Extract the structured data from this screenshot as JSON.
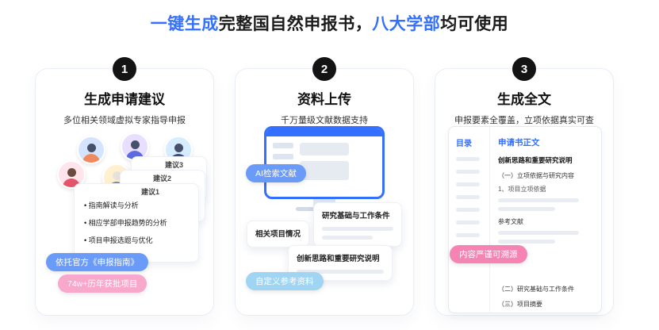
{
  "header": {
    "title_part1": "一键生成",
    "title_part2": "完整国自然申报书，",
    "title_part3": "八大学部",
    "title_part4": "均可使用"
  },
  "colors": {
    "accent_blue": "#3370FF",
    "step_badge": "#141414",
    "pill_blue": "#6B9BF8",
    "pill_pink": "#F7A8CB",
    "pill_light_blue": "#9FD4F3",
    "pill_deep_pink": "#F584B5"
  },
  "steps": [
    {
      "number": "1",
      "title": "生成申请建议",
      "subtitle": "多位相关领域虚拟专家指导申报",
      "suggestions": {
        "card3_label": "建议3",
        "card2_label": "建议2",
        "card1_label": "建议1",
        "bullets": [
          "指南解读与分析",
          "相应学部申报趋势的分析",
          "项目申报选题与优化"
        ]
      },
      "badge_blue": "依托官方《申报指南》",
      "badge_pink": "74w+历年获批项目"
    },
    {
      "number": "2",
      "title": "资料上传",
      "subtitle": "千万量级文献数据支持",
      "pill_ai": "AI检索文献",
      "pill_custom": "自定义参考资料",
      "cards": [
        "研究基础与工作条件",
        "相关项目情况",
        "创新思路和重要研究说明"
      ]
    },
    {
      "number": "3",
      "title": "生成全文",
      "subtitle": "申报要素全覆盖，立项依据真实可查",
      "document": {
        "toc": "目录",
        "body_title": "申请书正文",
        "section_heading": "创新思路和重要研究说明",
        "line1": "（一）立项依据与研究内容",
        "line2": "1、项目立项依据",
        "line3": "参考文献",
        "line4": "（二）研究基础与工作条件",
        "line5": "（三）项目摘要"
      },
      "pill_pink": "内容严谨可溯源"
    }
  ]
}
